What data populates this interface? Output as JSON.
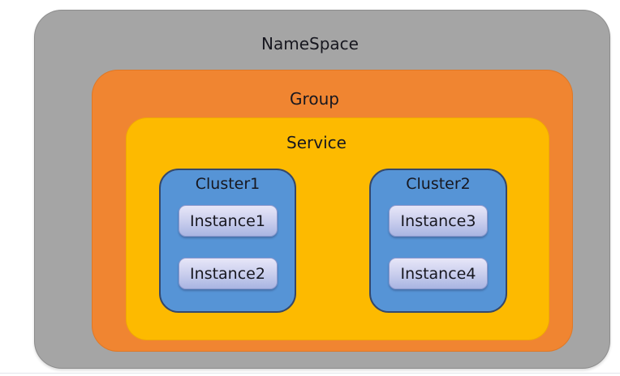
{
  "diagram": {
    "namespace": {
      "label": "NameSpace"
    },
    "group": {
      "label": "Group"
    },
    "service": {
      "label": "Service"
    },
    "clusters": [
      {
        "label": "Cluster1",
        "instances": [
          {
            "label": "Instance1"
          },
          {
            "label": "Instance2"
          }
        ]
      },
      {
        "label": "Cluster2",
        "instances": [
          {
            "label": "Instance3"
          },
          {
            "label": "Instance4"
          }
        ]
      }
    ]
  },
  "colors": {
    "page-bg": "#ffffff",
    "namespace": "#a5a5a5",
    "group": "#f08531",
    "service": "#fdba00",
    "cluster": "#5694d6",
    "cluster-border": "#35486b",
    "instance-top": "#e7e6f8",
    "instance-bottom": "#a9b5e2",
    "instance-border": "#8b97cc",
    "text": "#17171f",
    "bottom-line": "#e3e6ec"
  }
}
